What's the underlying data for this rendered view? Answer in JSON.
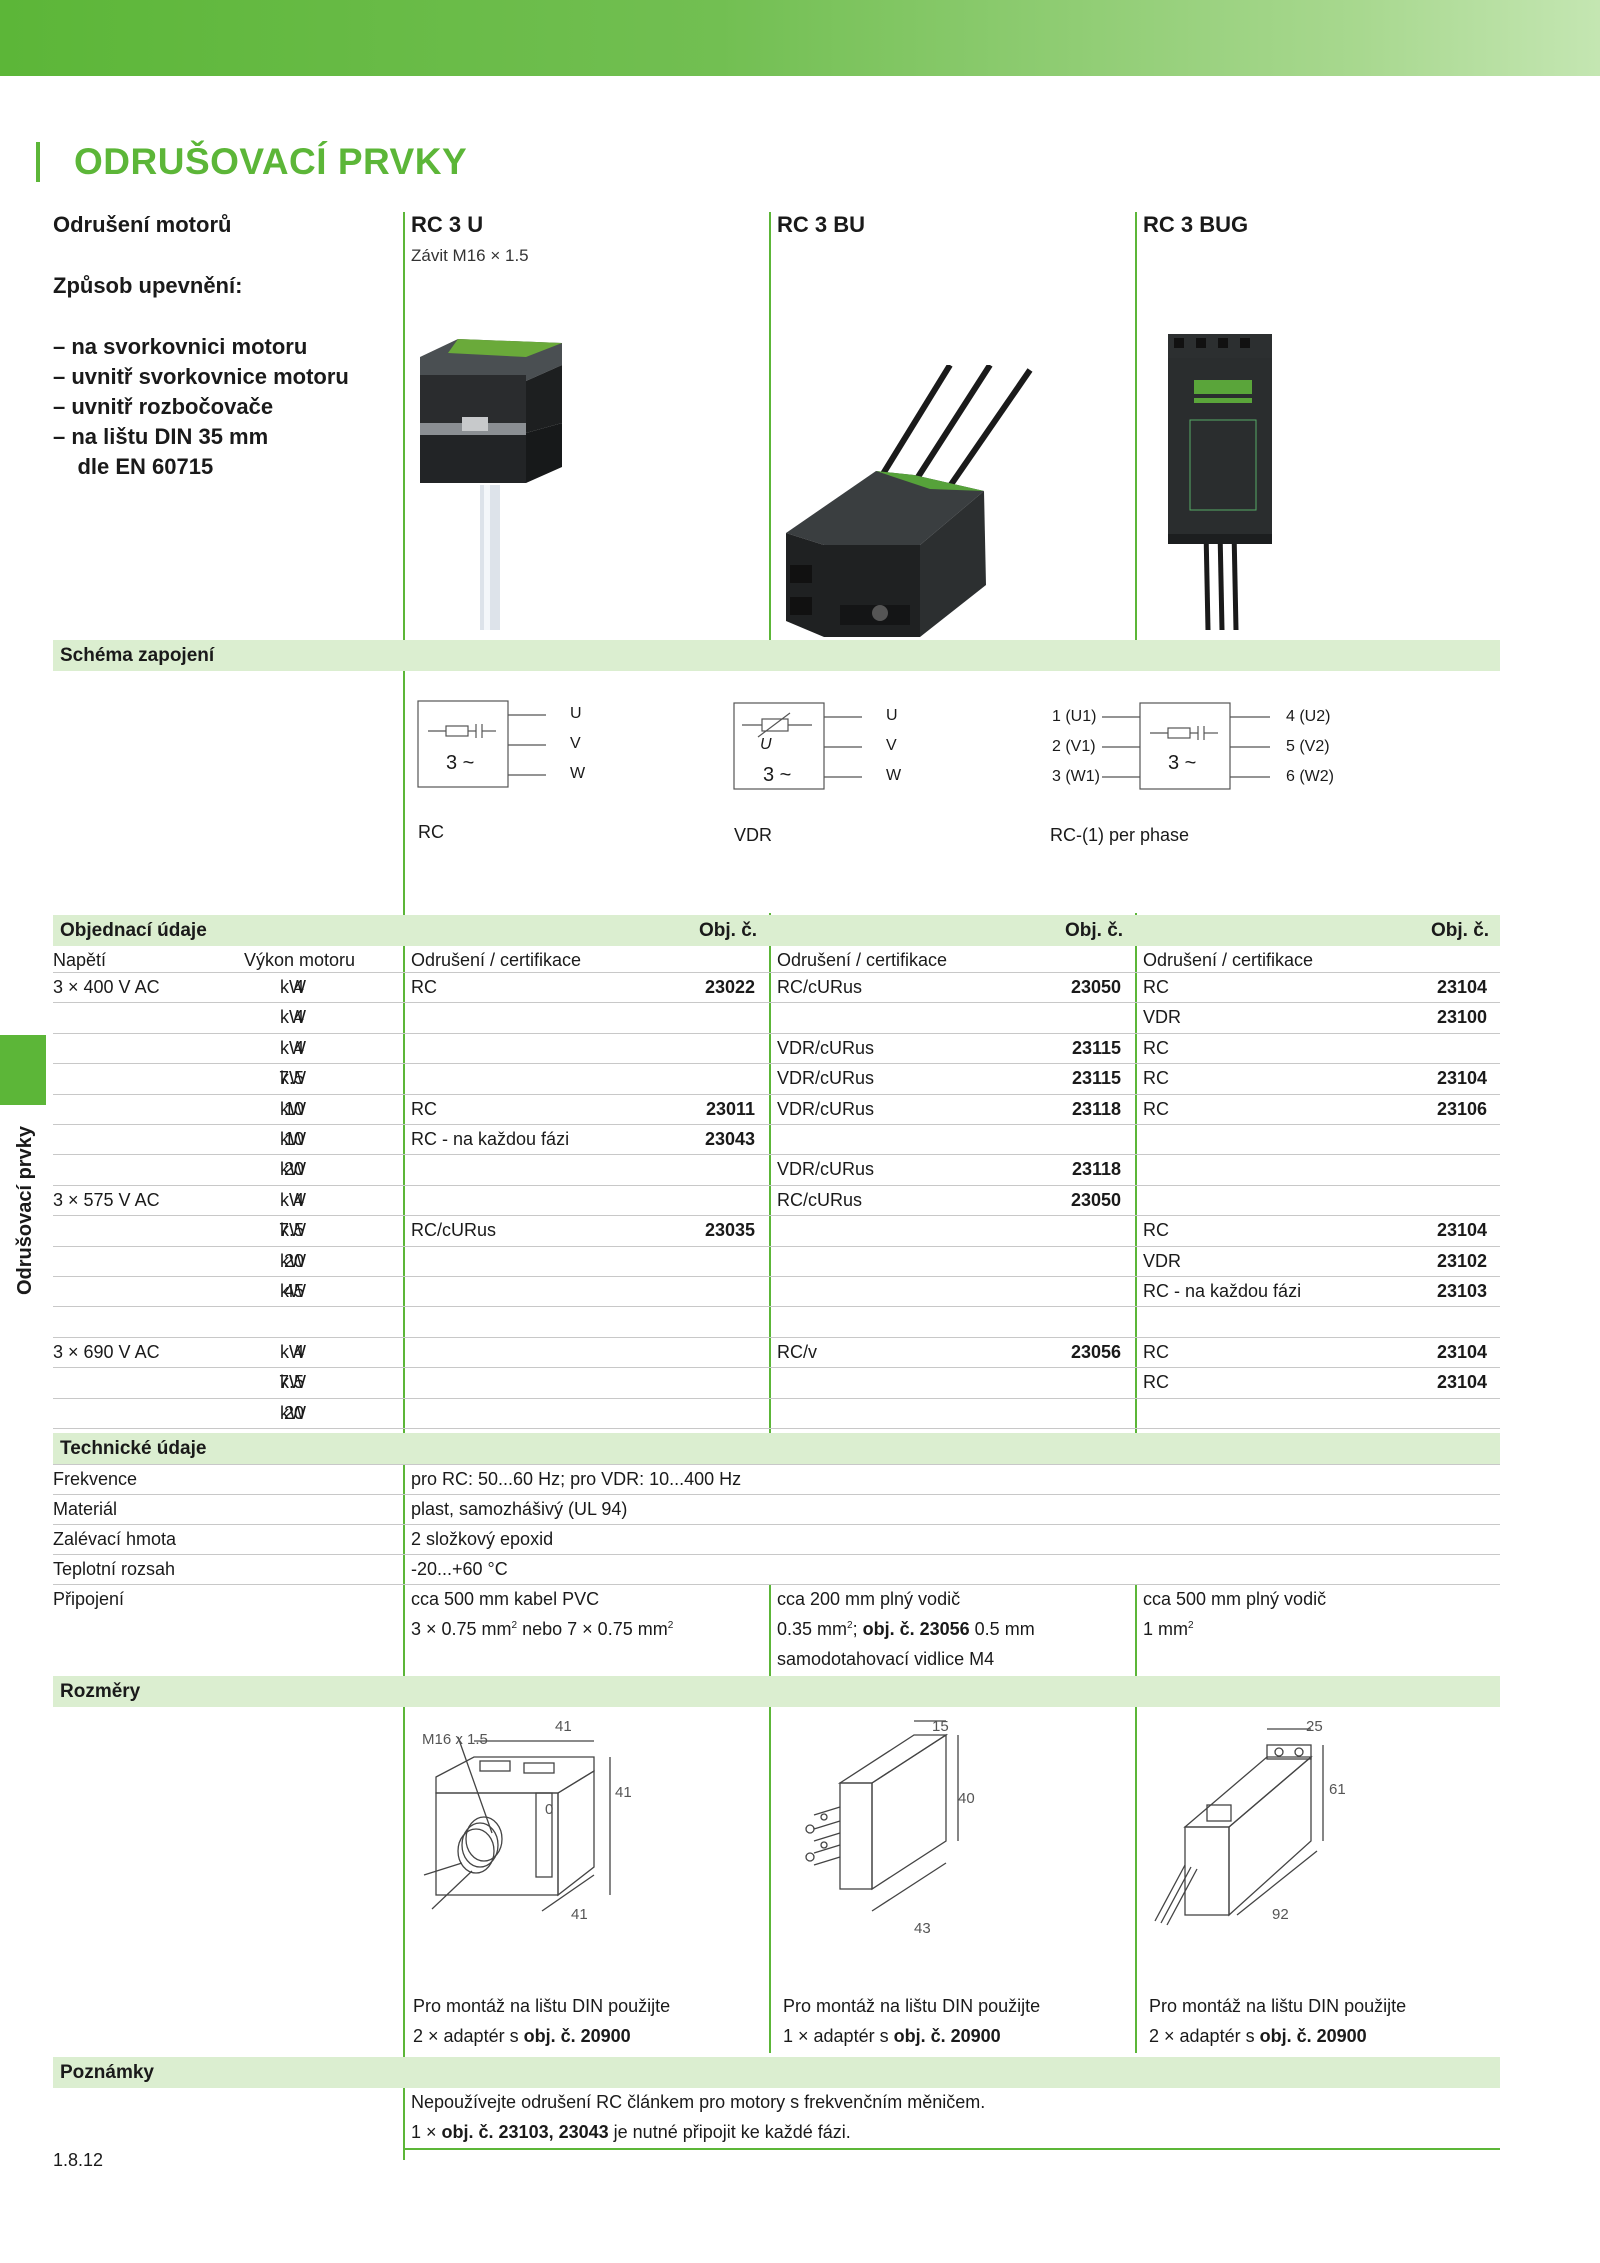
{
  "header": {
    "title": "ODRUŠOVACÍ PRVKY",
    "side_label": "Odrušovací prvky"
  },
  "intro": {
    "heading": "Odrušení motorů",
    "mount_heading": "Způsob upevnění:",
    "mount_items": [
      "–  na svorkovnici motoru",
      "–  uvnitř svorkovnice motoru",
      "–  uvnitř rozbočovače",
      "–  na lištu DIN 35 mm",
      "    dle EN 60715"
    ]
  },
  "products": [
    {
      "name": "RC 3 U",
      "subtitle": "Závit M16 × 1.5",
      "schema_label": "RC"
    },
    {
      "name": "RC 3 BU",
      "subtitle": "",
      "schema_label": "VDR"
    },
    {
      "name": "RC 3 BUG",
      "subtitle": "",
      "schema_label": "RC-(1) per phase"
    }
  ],
  "schema": {
    "heading": "Schéma zapojení",
    "rc_terms": [
      "U",
      "V",
      "W"
    ],
    "rc_symbol": "3 ~",
    "vdr_u": "U",
    "bug_in": [
      "1 (U1)",
      "2 (V1)",
      "3 (W1)"
    ],
    "bug_out": [
      "4 (U2)",
      "5 (V2)",
      "6 (W2)"
    ]
  },
  "order": {
    "heading": "Objednací údaje",
    "obj": "Obj. č.",
    "col_voltage": "Napětí",
    "col_power": "Výkon motoru",
    "col_cert": "Odrušení / certifikace",
    "kw": "kW",
    "rows": [
      {
        "v": "3 × 400 V AC",
        "p": "4",
        "c1": "RC",
        "n1": "23022",
        "c2": "RC/cURus",
        "n2": "23050",
        "c3": "RC",
        "n3": "23104"
      },
      {
        "v": "",
        "p": "4",
        "c1": "",
        "n1": "",
        "c2": "",
        "n2": "",
        "c3": "VDR",
        "n3": "23100"
      },
      {
        "v": "",
        "p": "4",
        "c1": "",
        "n1": "",
        "c2": "VDR/cURus",
        "n2": "23115",
        "c3": "RC",
        "n3": ""
      },
      {
        "v": "",
        "p": "7.5",
        "c1": "",
        "n1": "",
        "c2": "VDR/cURus",
        "n2": "23115",
        "c3": "RC",
        "n3": "23104"
      },
      {
        "v": "",
        "p": "10",
        "c1": "RC",
        "n1": "23011",
        "c2": "VDR/cURus",
        "n2": "23118",
        "c3": "RC",
        "n3": "23106"
      },
      {
        "v": "",
        "p": "10",
        "c1": "RC - na každou fázi",
        "n1": "23043",
        "c2": "",
        "n2": "",
        "c3": "",
        "n3": ""
      },
      {
        "v": "",
        "p": "20",
        "c1": "",
        "n1": "",
        "c2": "VDR/cURus",
        "n2": "23118",
        "c3": "",
        "n3": ""
      },
      {
        "v": "3 × 575 V AC",
        "p": "4",
        "c1": "",
        "n1": "",
        "c2": "RC/cURus",
        "n2": "23050",
        "c3": "",
        "n3": ""
      },
      {
        "v": "",
        "p": "7.5",
        "c1": "RC/cURus",
        "n1": "23035",
        "c2": "",
        "n2": "",
        "c3": "RC",
        "n3": "23104"
      },
      {
        "v": "",
        "p": "20",
        "c1": "",
        "n1": "",
        "c2": "",
        "n2": "",
        "c3": "VDR",
        "n3": "23102"
      },
      {
        "v": "",
        "p": "45",
        "c1": "",
        "n1": "",
        "c2": "",
        "n2": "",
        "c3": "RC - na každou fázi",
        "n3": "23103"
      },
      {
        "v": "",
        "p": "",
        "c1": "",
        "n1": "",
        "c2": "",
        "n2": "",
        "c3": "",
        "n3": ""
      },
      {
        "v": "3 × 690 V AC",
        "p": "4",
        "c1": "",
        "n1": "",
        "c2": "RC/v",
        "n2": "23056",
        "c3": "RC",
        "n3": "23104"
      },
      {
        "v": "",
        "p": "7.5",
        "c1": "",
        "n1": "",
        "c2": "",
        "n2": "",
        "c3": "RC",
        "n3": "23104"
      },
      {
        "v": "",
        "p": "20",
        "c1": "",
        "n1": "",
        "c2": "",
        "n2": "",
        "c3": "",
        "n3": ""
      }
    ]
  },
  "tech": {
    "heading": "Technické údaje",
    "rows": [
      {
        "label": "Frekvence",
        "value": "pro RC: 50...60 Hz;  pro VDR: 10...400 Hz"
      },
      {
        "label": "Materiál",
        "value": "plast, samozhášivý (UL 94)"
      },
      {
        "label": "Zalévací hmota",
        "value": "2 složkový epoxid"
      },
      {
        "label": "Teplotní rozsah",
        "value": "-20...+60 °C"
      }
    ],
    "conn_label": "Připojení",
    "conn": [
      {
        "l1": "cca 500 mm kabel PVC",
        "l2a": "3 × 0.75 mm",
        "l2b": " nebo 7 × 0.75 mm",
        "l3": ""
      },
      {
        "l1": "cca 200 mm plný vodič",
        "l2a": "0.35 mm",
        "l2b": "; ",
        "l2c": "obj. č. 23056",
        "l2d": " 0.5 mm",
        "l3": "samodotahovací vidlice M4"
      },
      {
        "l1": "cca 500 mm plný vodič",
        "l2a": "1 mm",
        "l3": ""
      }
    ],
    "sup": "2"
  },
  "dims": {
    "heading": "Rozměry",
    "d1": {
      "thread": "M16 x 1.5",
      "w": "41",
      "h": "41",
      "d": "41",
      "o": "0"
    },
    "d2": {
      "w": "15",
      "h": "40",
      "d": "43"
    },
    "d3": {
      "w": "25",
      "h": "61",
      "d": "92"
    },
    "mount": [
      {
        "l1": "Pro montáž na lištu DIN použijte",
        "l2a": "2 × adaptér s ",
        "l2b": "obj. č. 20900"
      },
      {
        "l1": "Pro montáž na lištu DIN použijte",
        "l2a": "1 × adaptér s ",
        "l2b": "obj. č. 20900"
      },
      {
        "l1": "Pro montáž na lištu DIN použijte",
        "l2a": "2 × adaptér s ",
        "l2b": "obj. č. 20900"
      }
    ]
  },
  "notes": {
    "heading": "Poznámky",
    "l1": "Nepoužívejte odrušení RC článkem pro motory s frekvenčním měničem.",
    "l2a": "1 × ",
    "l2b": "obj. č. 23103, 23043",
    "l2c": " je nutné připojit ke každé fázi."
  },
  "page_number": "1.8.12"
}
